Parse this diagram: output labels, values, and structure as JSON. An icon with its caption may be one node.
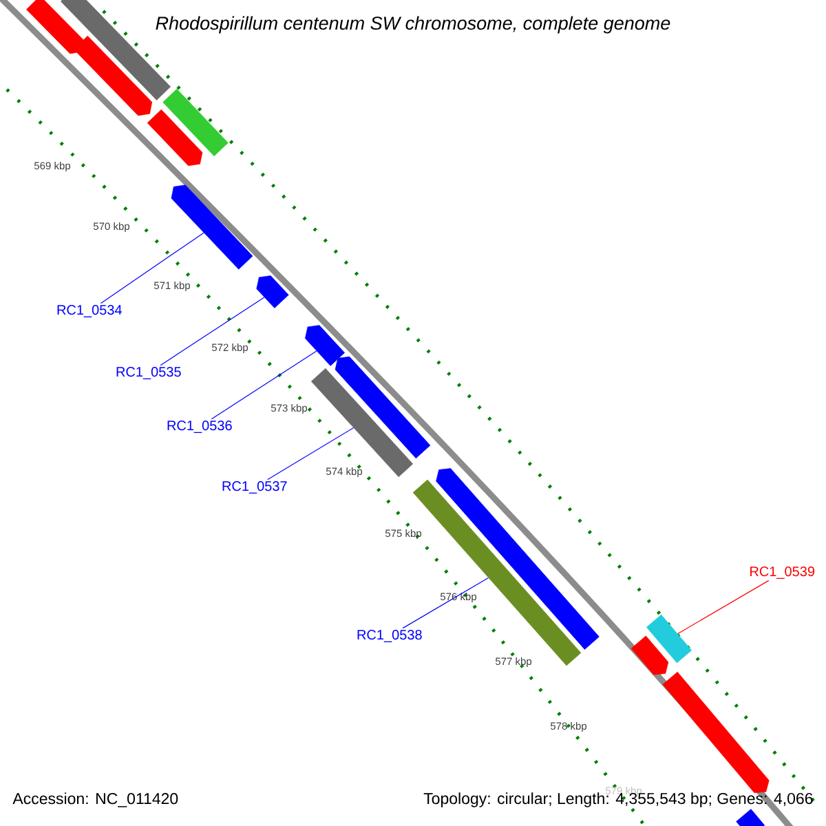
{
  "diagram": {
    "title": "Rhodospirillum centenum SW chromosome, complete genome",
    "nodes": [
      {
        "text": [
          "RC1_0534"
        ]
      },
      {
        "text": [
          "RC1_0535"
        ]
      },
      {
        "text": [
          "RC1_0536"
        ]
      },
      {
        "text": [
          "RC1_0537"
        ]
      },
      {
        "text": [
          "RC1_0538"
        ]
      },
      {
        "text": [
          "RC1_0539"
        ]
      },
      {
        "text": [],
        "shape": "bar"
      },
      {
        "text": [],
        "shape": "bar"
      },
      {
        "text": [],
        "shape": "bar"
      },
      {
        "text": [],
        "shape": "bar"
      },
      {
        "text": [],
        "shape": "bar"
      },
      {
        "text": [],
        "shape": "bar"
      },
      {
        "text": [],
        "shape": "bar"
      },
      {
        "text": [],
        "shape": "bar"
      },
      {
        "text": [],
        "shape": "bar"
      },
      {
        "text": [],
        "shape": "bar"
      },
      {
        "text": [],
        "shape": "bar"
      },
      {
        "text": [],
        "shape": "bar"
      },
      {
        "text": [],
        "shape": "bar"
      },
      {
        "text": [],
        "shape": "bar"
      },
      {
        "text": [],
        "shape": "bar"
      },
      {
        "text": [],
        "shape": "bar"
      }
    ],
    "edges": [
      {
        "from": 0,
        "to": 11,
        "arrow": "none"
      },
      {
        "from": 1,
        "to": 12,
        "arrow": "none"
      },
      {
        "from": 2,
        "to": 13,
        "arrow": "none"
      },
      {
        "from": 3,
        "to": 15,
        "arrow": "none"
      },
      {
        "from": 4,
        "to": 17,
        "arrow": "none"
      },
      {
        "from": 5,
        "to": 18,
        "arrow": "none",
        "color": "#ff0000"
      }
    ],
    "labels": [
      "569 kbp",
      "570 kbp",
      "571 kbp",
      "572 kbp",
      "573 kbp",
      "574 kbp",
      "575 kbp",
      "576 kbp",
      "577 kbp",
      "578 kbp",
      "579 kbp",
      "Accession: NC_011420",
      "Topology: circular; Length: 4,355,543 bp; Genes: 4,066"
    ]
  }
}
